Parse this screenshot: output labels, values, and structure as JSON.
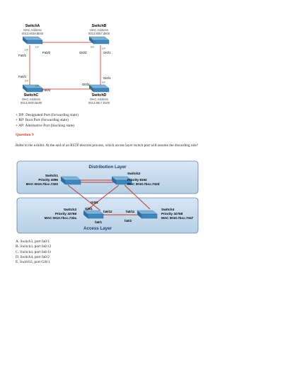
{
  "figure1": {
    "switch_a": {
      "name": "SwitchA",
      "mac_label": "MAC Address",
      "mac": "0013.8038.6b00"
    },
    "switch_b": {
      "name": "SwitchB",
      "mac_label": "MAC Address",
      "mac": "0013.8057.d600"
    },
    "switch_c": {
      "name": "SwitchC",
      "mac_label": "MAC Address",
      "mac": "0013.8030.5e80"
    },
    "switch_d": {
      "name": "SwitchD",
      "mac_label": "MAC Address",
      "mac": "0013.88c7.8100"
    },
    "ports": {
      "a_fa01": "Fa0/1",
      "a_fa02": "Fa0/2",
      "b_gi02": "Gi0/2",
      "b_gi01": "Gi0/1",
      "c_fa01": "Fa0/1",
      "c_fa02": "Fa0/2",
      "d_gi02": "Gi0/2",
      "d_gi01": "Gi0/1"
    },
    "port_roles": {
      "a_fa01": "DP",
      "a_fa02": "DP",
      "b_gi02": "RP",
      "b_gi01": "DP",
      "c_fa01": "RP",
      "c_fa02": "DP",
      "d_gi02": "AP",
      "d_gi01": "RP"
    }
  },
  "legend": [
    "+ DP: Designated Port (forwarding state)",
    "+ RP: Root Port (forwarding state)",
    "+ AP: Alternative Port (blocking state)"
  ],
  "question": {
    "title": "Question 9",
    "text": "Refer to the exhibit. At the end of an RSTP election process, which access layer switch port will assume the discarding role?"
  },
  "figure2": {
    "distribution_label": "Distribution Layer",
    "access_label": "Access Layer",
    "switch1": {
      "name": "Switch1",
      "priority": "Priority 4096",
      "mac": "MAC 0010.7bcc.7320"
    },
    "switch2": {
      "name": "Switch2",
      "priority": "Priority 8192",
      "mac": "MAC 0010.7bcc.732d"
    },
    "switch3": {
      "name": "Switch3",
      "priority": "Priority 32768",
      "mac": "MAC 0010.7bcc.733a"
    },
    "switch4": {
      "name": "Switch4",
      "priority": "Priority 32768",
      "mac": "MAC 0010.7bcc.7347"
    },
    "ports": {
      "gi02_top": "Gi0/2",
      "gi01": "Gi0/1",
      "fa012_s3": "fa0/12",
      "fa01": "fa0/1",
      "fa011": "fa0/11",
      "fa02": "fa0/2"
    }
  },
  "answers": [
    "A. Switch3, port fa0/1",
    "B. Switch3, port fa0/12",
    "C. Switch4, port fa0/11",
    "D. Switch4, port fa0/2",
    "E. Switch3, port Gi0/1"
  ]
}
